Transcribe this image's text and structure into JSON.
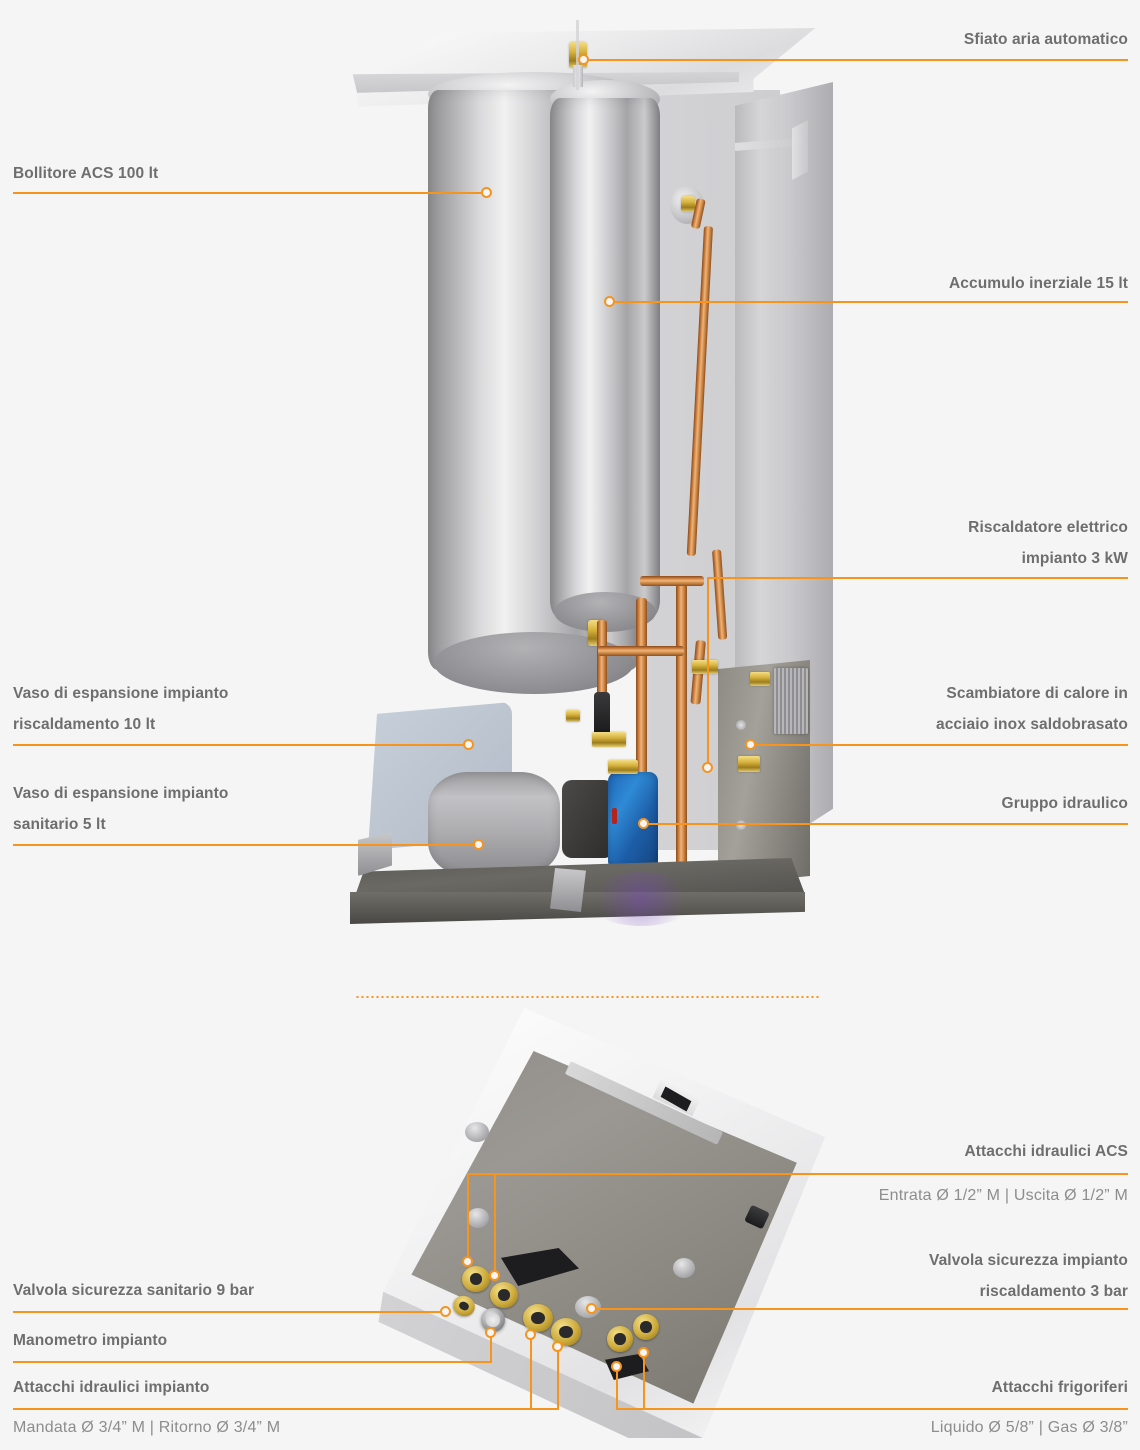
{
  "page": {
    "background_color": "#f5f5f5",
    "accent_color": "#f7941e",
    "label_color": "#6e6e6e",
    "subcaption_color": "#8d8d8d"
  },
  "top_section": {
    "callouts": [
      {
        "id": "sfiato-aria-automatico",
        "side": "right",
        "lines": [
          "Sfiato aria automatico"
        ]
      },
      {
        "id": "bollitore-acs",
        "side": "left",
        "lines": [
          "Bollitore ACS 100 lt"
        ]
      },
      {
        "id": "accumulo-inerziale",
        "side": "right",
        "lines": [
          "Accumulo inerziale 15 lt"
        ]
      },
      {
        "id": "riscaldatore-elettrico",
        "side": "right",
        "lines": [
          "Riscaldatore elettrico",
          "impianto 3 kW"
        ]
      },
      {
        "id": "vaso-espansione-riscaldamento",
        "side": "left",
        "lines": [
          "Vaso di espansione impianto",
          "riscaldamento 10 lt"
        ]
      },
      {
        "id": "scambiatore-di-calore",
        "side": "right",
        "lines": [
          "Scambiatore di calore in",
          "acciaio inox saldobrasato"
        ]
      },
      {
        "id": "vaso-espansione-sanitario",
        "side": "left",
        "lines": [
          "Vaso di espansione impianto",
          "sanitario 5 lt"
        ]
      },
      {
        "id": "gruppo-idraulico",
        "side": "right",
        "lines": [
          "Gruppo idraulico"
        ]
      }
    ]
  },
  "bottom_section": {
    "callouts": [
      {
        "id": "attacchi-idraulici-acs",
        "side": "right",
        "lines": [
          "Attacchi idraulici ACS"
        ],
        "subcaption": "Entrata Ø 1/2” M | Uscita Ø 1/2” M"
      },
      {
        "id": "valvola-sicurezza-impianto",
        "side": "right",
        "lines": [
          "Valvola sicurezza impianto",
          "riscaldamento 3 bar"
        ],
        "subcaption": ""
      },
      {
        "id": "valvola-sicurezza-sanitario",
        "side": "left",
        "lines": [
          "Valvola sicurezza sanitario 9 bar"
        ],
        "subcaption": ""
      },
      {
        "id": "manometro-impianto",
        "side": "left",
        "lines": [
          "Manometro impianto"
        ],
        "subcaption": ""
      },
      {
        "id": "attacchi-idraulici-impianto",
        "side": "left",
        "lines": [
          "Attacchi idraulici impianto"
        ],
        "subcaption": "Mandata Ø 3/4” M | Ritorno Ø 3/4” M"
      },
      {
        "id": "attacchi-frigoriferi",
        "side": "right",
        "lines": [
          "Attacchi frigoriferi"
        ],
        "subcaption": "Liquido Ø 5/8” | Gas Ø 3/8”"
      }
    ]
  }
}
